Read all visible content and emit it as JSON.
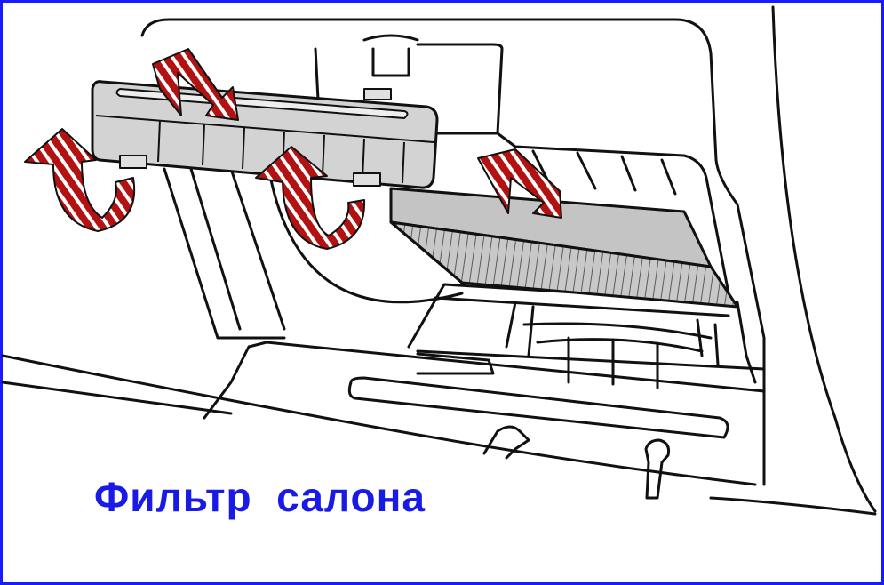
{
  "caption": {
    "text": "Фильтр  салона",
    "color": "#1a1ae6"
  },
  "frame": {
    "border_color": "#1a1aff"
  },
  "arrows": {
    "color": "#b31212",
    "stripe_color": "#ffffff"
  },
  "icons": [
    "cover-lid",
    "cabin-filter",
    "pull-up-arrow",
    "curved-unclip-arrow"
  ]
}
